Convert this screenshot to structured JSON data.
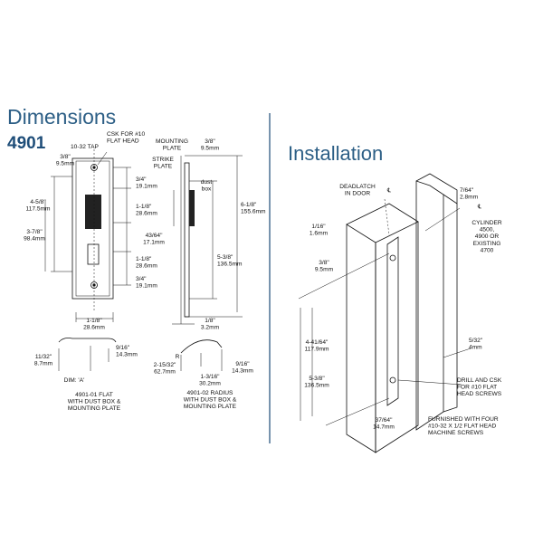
{
  "titles": {
    "dimensions": "Dimensions",
    "model": "4901",
    "installation": "Installation"
  },
  "labels": {
    "csk": [
      "CSK FOR #10",
      "FLAT HEAD"
    ],
    "tap": "10-32 TAP",
    "d38a": [
      "3/8\"",
      "9.5mm"
    ],
    "d458": [
      "4-5/8\"",
      "117.5mm"
    ],
    "d378": [
      "3-7/8\"",
      "98.4mm"
    ],
    "d34a": [
      "3/4\"",
      "19.1mm"
    ],
    "d118a": [
      "1-1/8\"",
      "28.6mm"
    ],
    "d118b": [
      "1-1/8\"",
      "28.6mm"
    ],
    "d34b": [
      "3/4\"",
      "19.1mm"
    ],
    "d118c": [
      "1-1/8\"",
      "28.6mm"
    ],
    "d1132": [
      "11/32\"",
      "8.7mm"
    ],
    "d916a": [
      "9/16\"",
      "14.3mm"
    ],
    "dimA": "DIM: 'A'",
    "flat": [
      "4901-01 FLAT",
      "WITH DUST BOX &",
      "MOUNTING PLATE"
    ],
    "mplate": [
      "MOUNTING",
      "PLATE"
    ],
    "splate": [
      "STRIKE",
      "PLATE"
    ],
    "d38b": [
      "3/8\"",
      "9.5mm"
    ],
    "dustbox": [
      "dust",
      "box"
    ],
    "d618": [
      "6-1/8\"",
      "155.6mm"
    ],
    "d4364": [
      "43/64\"",
      "17.1mm"
    ],
    "d538a": [
      "5-3/8\"",
      "136.5mm"
    ],
    "d18": [
      "1/8\"",
      "3.2mm"
    ],
    "d21532": [
      "2-15/32\"",
      "62.7mm"
    ],
    "rmark": "R",
    "d1316": [
      "1-3/16\"",
      "30.2mm"
    ],
    "d916b": [
      "9/16\"",
      "14.3mm"
    ],
    "radius": [
      "4901-02 RADIUS",
      "WITH DUST BOX &",
      "MOUNTING PLATE"
    ],
    "deadlatch": [
      "DEADLATCH",
      "IN DOOR"
    ],
    "cl1": "℄",
    "cl2": "℄",
    "d764": [
      "7/64\"",
      "2.8mm"
    ],
    "cylinder": [
      "CYLINDER",
      "4500,",
      "4900 OR",
      "EXISTING",
      "4700"
    ],
    "d116": [
      "1/16\"",
      "1.6mm"
    ],
    "d38c": [
      "3/8\"",
      "9.5mm"
    ],
    "d44164": [
      "4-41/64\"",
      "117.9mm"
    ],
    "d532": [
      "5/32\"",
      "4mm"
    ],
    "d538b": [
      "5-3/8\"",
      "136.5mm"
    ],
    "drill": [
      "DRILL AND CSK",
      "FOR #10 FLAT",
      "HEAD SCREWS"
    ],
    "d3764": [
      "37/64\"",
      "14.7mm"
    ],
    "furnished": [
      "FURNISHED WITH FOUR",
      "#10-32 X 1/2 FLAT HEAD",
      "MACHINE SCREWS"
    ]
  }
}
